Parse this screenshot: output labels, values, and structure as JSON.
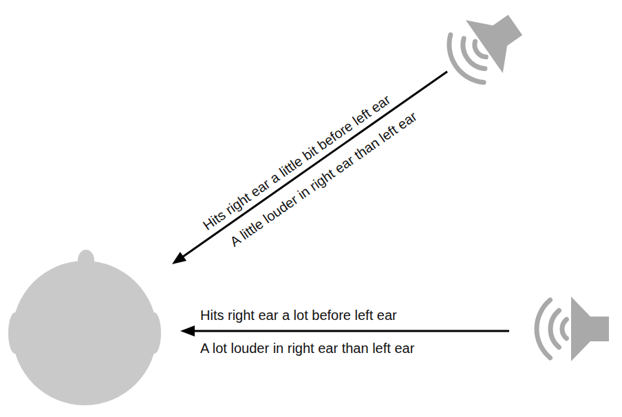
{
  "diagram": {
    "labels": [
      "Hits right ear a little bit before left ear",
      "A little louder in right ear than left ear",
      "Hits right ear a lot before left ear",
      "A lot louder in right ear than left ear"
    ]
  }
}
